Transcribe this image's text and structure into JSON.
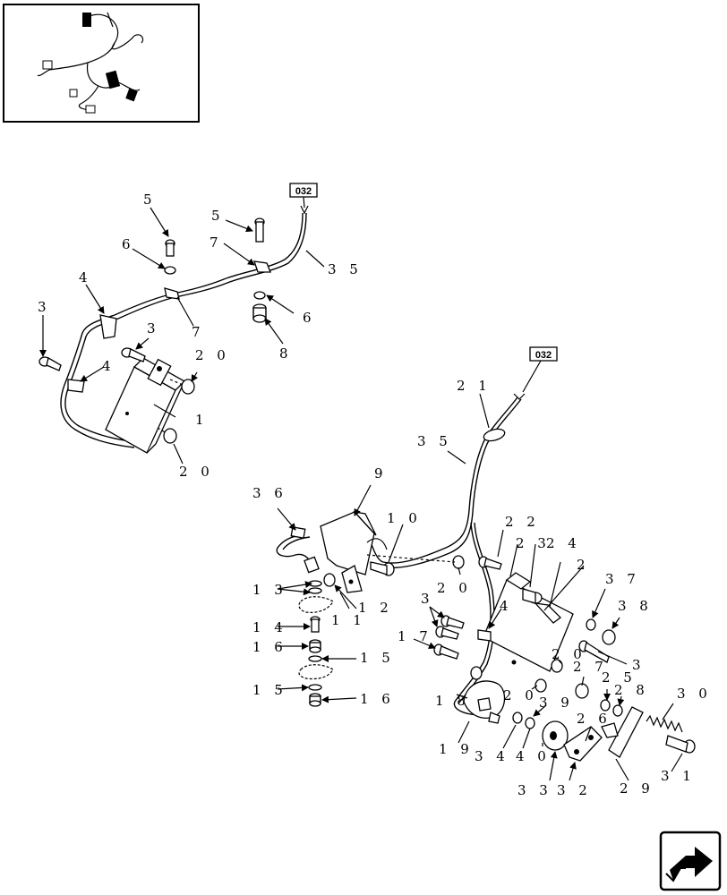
{
  "ref_tags": [
    "032",
    "032"
  ],
  "callouts": {
    "upper": {
      "c5a": "5",
      "c6a": "6",
      "c4a": "4",
      "c3a": "3",
      "c3b": "3",
      "c4b": "4",
      "c7a": "7",
      "c20a": "2 0",
      "c1": "1",
      "c20b": "2 0",
      "c5b": "5",
      "c7b": "7",
      "c35a": "3 5",
      "c6b": "6",
      "c8": "8"
    },
    "lower": {
      "c21": "2 1",
      "c35b": "3 5",
      "c36": "3 6",
      "c9": "9",
      "c10": "1 0",
      "c22": "2 2",
      "c23": "2 3",
      "c24": "2 4",
      "c2a": "2",
      "c37": "3 7",
      "c13": "1 3",
      "c12": "1 2",
      "c11": "1 1",
      "c20c": "2 0",
      "c3c": "3",
      "c4c": "4",
      "c38": "3 8",
      "c14": "1 4",
      "c17": "1 7",
      "c16a": "1 6",
      "c15a": "1 5",
      "c20d": "2 0",
      "c27": "2 7",
      "c3d": "3",
      "c25": "2 5",
      "c15b": "1 5",
      "c16b": "1 6",
      "c18": "1 8",
      "c20e": "2 0",
      "c39": "3 9",
      "c28": "2 8",
      "c30": "3 0",
      "c19": "1 9",
      "c34": "3 4",
      "c40": "4 0",
      "c26": "2 6",
      "c33": "3 3",
      "c32": "3 2",
      "c29": "2 9",
      "c31": "3 1"
    }
  },
  "icons": {
    "thumbnail": "harness-overview-thumbnail",
    "nav": "next-page-arrow-icon"
  }
}
